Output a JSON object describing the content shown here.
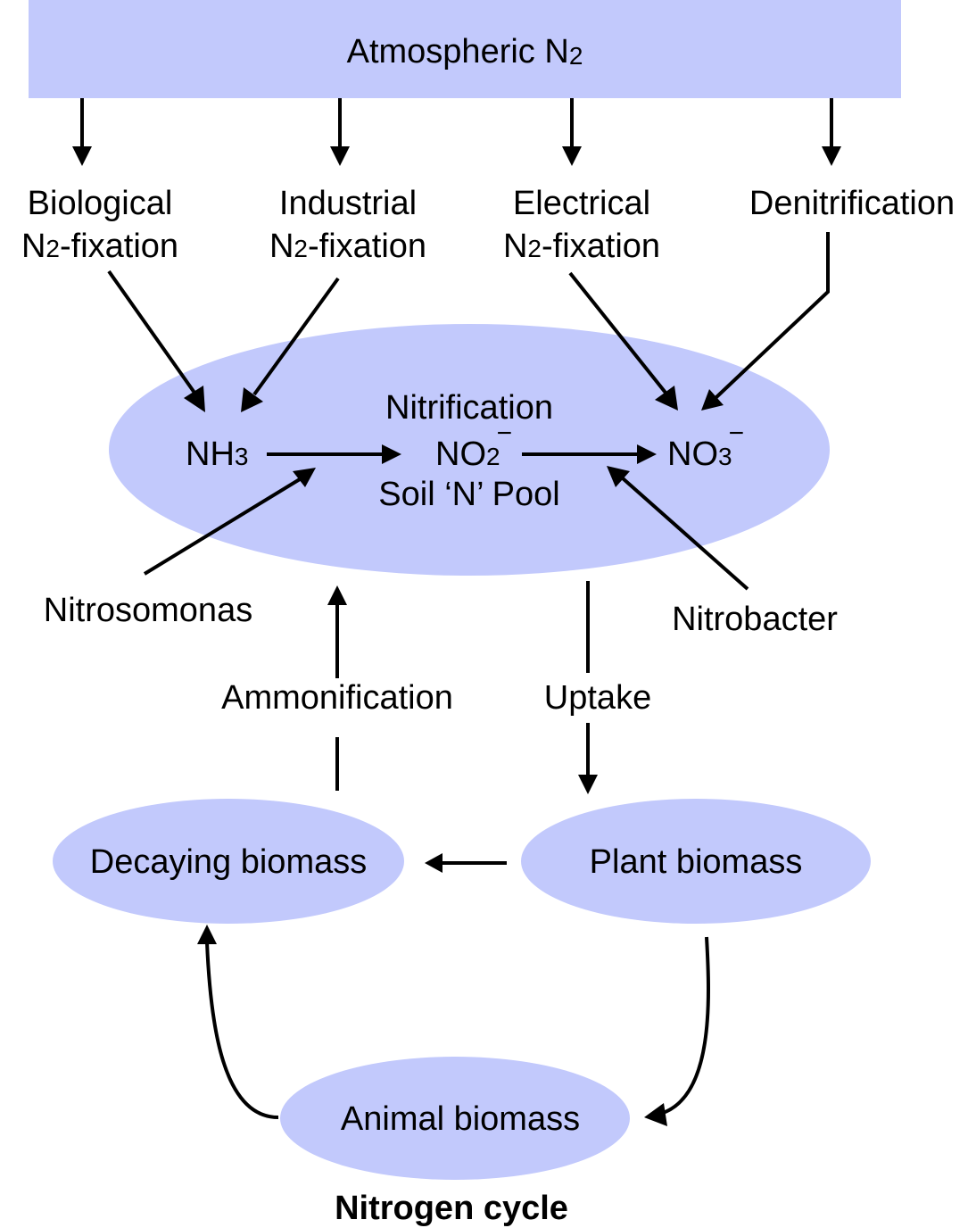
{
  "diagram": {
    "title": "Nitrogen cycle",
    "fill_color": "#c2c9fc",
    "nodes": {
      "atmosphere": {
        "main": "Atmospheric N",
        "sub": "2"
      },
      "biological": {
        "line1": "Biological",
        "line2_n": "N",
        "line2_sub": "2",
        "line2_rest": "-fixation"
      },
      "industrial": {
        "line1": "Industrial",
        "line2_n": "N",
        "line2_sub": "2",
        "line2_rest": "-fixation"
      },
      "electrical": {
        "line1": "Electrical",
        "line2_n": "N",
        "line2_sub": "2",
        "line2_rest": "-fixation"
      },
      "denitrification": {
        "label": "Denitrification"
      },
      "soil_pool": {
        "title": "Nitrification",
        "caption": "Soil ‘N’ Pool",
        "nh3": {
          "main": "NH",
          "sub": "3"
        },
        "no2": {
          "main": "NO",
          "sub": "2",
          "charge": "−"
        },
        "no3": {
          "main": "NO",
          "sub": "3",
          "charge": "−"
        }
      },
      "nitrosomonas": {
        "label": "Nitrosomonas"
      },
      "nitrobacter": {
        "label": "Nitrobacter"
      },
      "ammonification": {
        "label": "Ammonification"
      },
      "uptake": {
        "label": "Uptake"
      },
      "decaying": {
        "label": "Decaying biomass"
      },
      "plant": {
        "label": "Plant biomass"
      },
      "animal": {
        "label": "Animal biomass"
      }
    },
    "edges": [
      {
        "from": "Atmospheric N2",
        "to": "Biological N2-fixation"
      },
      {
        "from": "Atmospheric N2",
        "to": "Industrial N2-fixation"
      },
      {
        "from": "Atmospheric N2",
        "to": "Electrical N2-fixation"
      },
      {
        "from": "Atmospheric N2",
        "to": "Denitrification"
      },
      {
        "from": "Biological N2-fixation",
        "to": "NH3"
      },
      {
        "from": "Industrial N2-fixation",
        "to": "NH3"
      },
      {
        "from": "Electrical N2-fixation",
        "to": "NO3-"
      },
      {
        "from": "Denitrification",
        "to": "NO3-"
      },
      {
        "from": "NH3",
        "to": "NO2-"
      },
      {
        "from": "NO2-",
        "to": "NO3-"
      },
      {
        "from": "Nitrosomonas",
        "to": "NH3→NO2- step"
      },
      {
        "from": "Nitrobacter",
        "to": "NO2-→NO3- step"
      },
      {
        "from": "Decaying biomass",
        "to": "Soil N Pool",
        "label": "Ammonification"
      },
      {
        "from": "Soil N Pool",
        "to": "Plant biomass",
        "label": "Uptake"
      },
      {
        "from": "Plant biomass",
        "to": "Decaying biomass"
      },
      {
        "from": "Plant biomass",
        "to": "Animal biomass"
      },
      {
        "from": "Animal biomass",
        "to": "Decaying biomass"
      }
    ]
  }
}
